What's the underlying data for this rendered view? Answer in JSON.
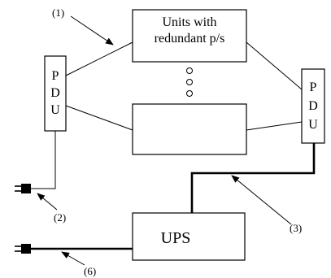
{
  "units_box": {
    "line1": "Units with",
    "line2": "redundant p/s"
  },
  "pdu_left": {
    "letters": [
      "P",
      "D",
      "U"
    ]
  },
  "pdu_right": {
    "letters": [
      "P",
      "D",
      "U"
    ]
  },
  "ups_label": "UPS",
  "callouts": {
    "c1": "(1)",
    "c2": "(2)",
    "c3": "(3)",
    "c6": "(6)"
  }
}
